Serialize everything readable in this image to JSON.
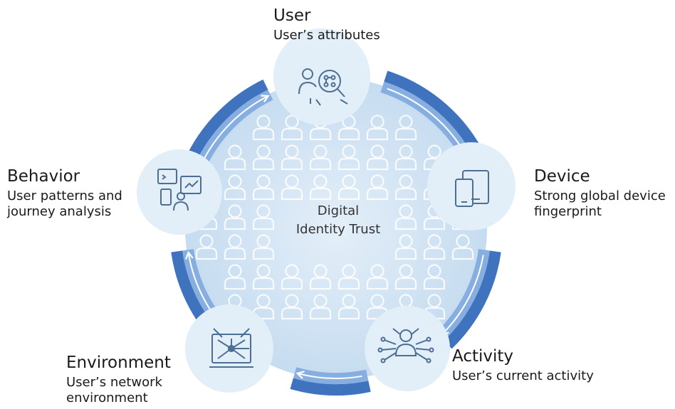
{
  "center": {
    "line1": "Digital",
    "line2": "Identity Trust"
  },
  "nodes": [
    {
      "id": "user",
      "title": "User",
      "desc": [
        "User’s attributes"
      ],
      "icon": "user-search-icon"
    },
    {
      "id": "device",
      "title": "Device",
      "desc": [
        "Strong global device",
        "fingerprint"
      ],
      "icon": "devices-icon"
    },
    {
      "id": "activity",
      "title": "Activity",
      "desc": [
        "User’s current activity"
      ],
      "icon": "user-network-icon"
    },
    {
      "id": "environment",
      "title": "Environment",
      "desc": [
        "User’s network",
        "environment"
      ],
      "icon": "laptop-network-icon"
    },
    {
      "id": "behavior",
      "title": "Behavior",
      "desc": [
        "User patterns and",
        "journey analysis"
      ],
      "icon": "analytics-person-icon"
    }
  ],
  "colors": {
    "outer_ring": "#3f73bd",
    "inner_ring": "#86aee0",
    "center_fill": "#cfe3f4",
    "node_fill": "#dcebf7",
    "icon": "#4d6f93",
    "people": "#ffffff"
  }
}
